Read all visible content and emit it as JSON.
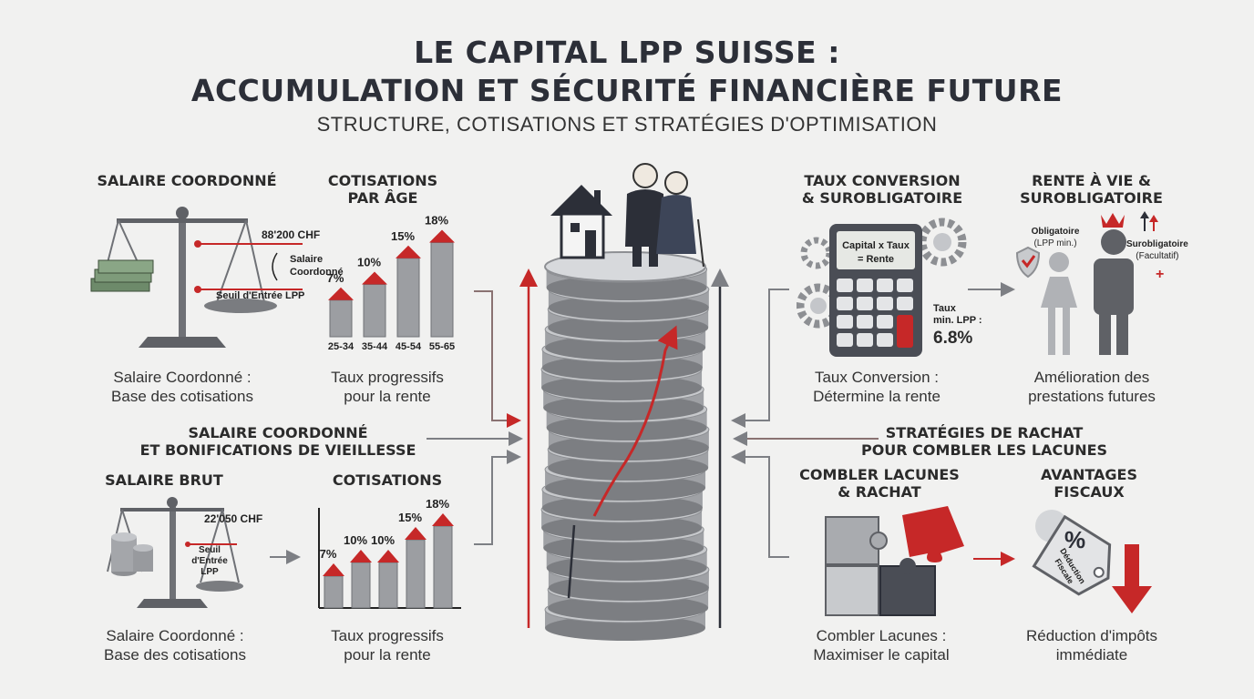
{
  "header": {
    "title_line1": "LE CAPITAL LPP SUISSE :",
    "title_line2": "ACCUMULATION ET SÉCURITÉ FINANCIÈRE FUTURE",
    "subtitle": "STRUCTURE, COTISATIONS ET STRATÉGIES D'OPTIMISATION"
  },
  "top_left": {
    "heading": "SALAIRE COORDONNÉ",
    "upper_amount": "88'200 CHF",
    "mid_label_1": "Salaire",
    "mid_label_2": "Coordonné",
    "threshold": "Seuil d'Entrée LPP",
    "caption_1": "Salaire Coordonné :",
    "caption_2": "Base des cotisations"
  },
  "top_chart": {
    "heading_1": "COTISATIONS",
    "heading_2": "PAR ÂGE",
    "caption_1": "Taux progressifs",
    "caption_2": "pour la rente"
  },
  "middle_left": {
    "line_1": "SALAIRE COORDONNÉ",
    "line_2": "ET BONIFICATIONS DE VIEILLESSE"
  },
  "bottom_left": {
    "heading": "SALAIRE BRUT",
    "amount": "22'050 CHF",
    "threshold_1": "Seuil",
    "threshold_2": "d'Entrée",
    "threshold_3": "LPP",
    "caption_1": "Salaire Coordonné :",
    "caption_2": "Base des cotisations"
  },
  "bottom_chart": {
    "heading": "COTISATIONS",
    "caption_1": "Taux progressifs",
    "caption_2": "pour la rente"
  },
  "top_right_1": {
    "heading_1": "TAUX CONVERSION",
    "heading_2": "& SUROBLIGATOIRE",
    "screen_1": "Capital x Taux",
    "screen_2": "= Rente",
    "rate_label_1": "Taux",
    "rate_label_2": "min. LPP :",
    "rate_value": "6.8%",
    "caption_1": "Taux Conversion :",
    "caption_2": "Détermine la rente"
  },
  "top_right_2": {
    "heading_1": "RENTE À VIE &",
    "heading_2": "SUROBLIGATOIRE",
    "left_label_1": "Obligatoire",
    "left_label_2": "(LPP min.)",
    "right_label_1": "Surobligatoire",
    "right_label_2": "(Facultatif)",
    "caption_1": "Amélioration des",
    "caption_2": "prestations futures"
  },
  "middle_right": {
    "line_1": "STRATÉGIES DE RACHAT",
    "line_2": "POUR COMBLER LES LACUNES"
  },
  "bottom_right_1": {
    "heading_1": "COMBLER LACUNES",
    "heading_2": "& RACHAT",
    "caption_1": "Combler Lacunes :",
    "caption_2": "Maximiser le capital"
  },
  "bottom_right_2": {
    "heading_1": "AVANTAGES",
    "heading_2": "FISCAUX",
    "tag_symbol": "%",
    "tag_text_1": "Déduction",
    "tag_text_2": "Fiscale",
    "caption_1": "Réduction d'impôts",
    "caption_2": "immédiate"
  },
  "chart_data": [
    {
      "type": "bar",
      "categories": [
        "25-34",
        "35-44",
        "45-54",
        "55-65"
      ],
      "values": [
        7,
        10,
        15,
        18
      ],
      "labels": [
        "7%",
        "10%",
        "15%",
        "18%"
      ],
      "ylim": [
        0,
        20
      ]
    },
    {
      "type": "bar",
      "categories": [
        "",
        "",
        "",
        "",
        ""
      ],
      "values": [
        7,
        10,
        10,
        15,
        18
      ],
      "labels": [
        "7%",
        "10%",
        "10%",
        "15%",
        "18%"
      ],
      "ylim": [
        0,
        20
      ]
    }
  ],
  "colors": {
    "accent": "#c62828",
    "dark": "#2c2f38",
    "grey": "#8d8f93"
  }
}
